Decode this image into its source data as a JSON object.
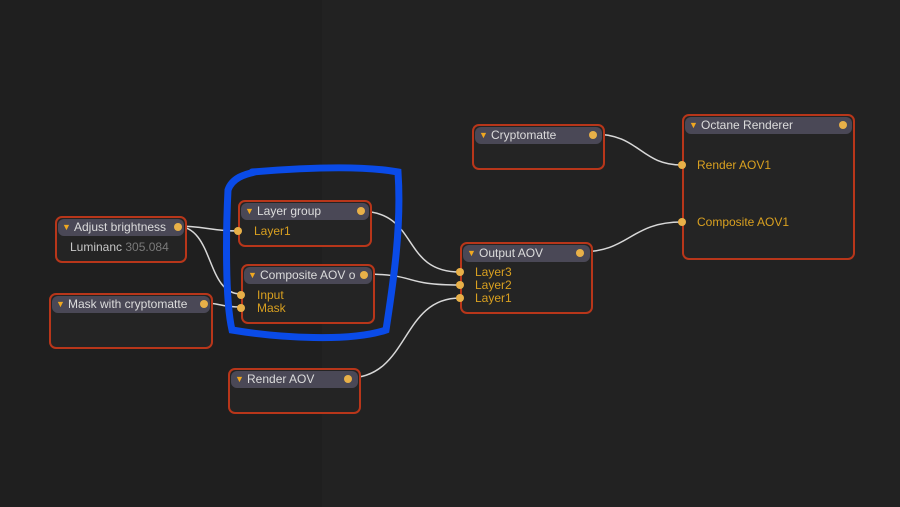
{
  "nodes": {
    "adjust": {
      "title": "Adjust brightness",
      "param_label": "Luminanc",
      "param_value": "305.084"
    },
    "mask": {
      "title": "Mask with cryptomatte"
    },
    "layer_group": {
      "title": "Layer group",
      "inputs": [
        "Layer1"
      ]
    },
    "composite": {
      "title": "Composite AOV o",
      "inputs": [
        "Input",
        "Mask"
      ]
    },
    "render_aov": {
      "title": "Render AOV"
    },
    "cryptomatte": {
      "title": "Cryptomatte"
    },
    "output_aov": {
      "title": "Output AOV",
      "inputs": [
        "Layer3",
        "Layer2",
        "Layer1"
      ]
    },
    "octane": {
      "title": "Octane Renderer",
      "inputs": [
        "Render AOV1",
        "Composite AOV1"
      ]
    }
  },
  "colors": {
    "node_border": "#b8361a",
    "port": "#e8b048",
    "highlight": "#0a4be8",
    "wire": "#d8d8d8"
  }
}
